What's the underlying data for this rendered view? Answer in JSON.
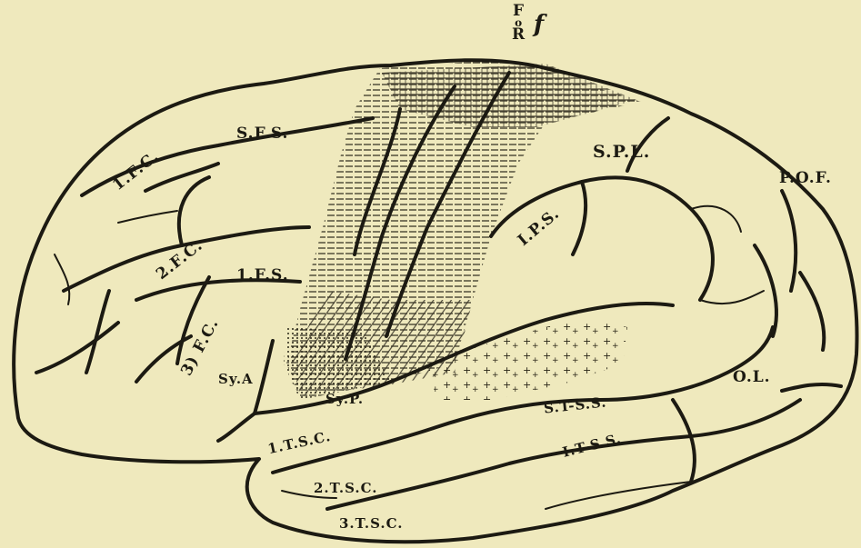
{
  "labels": {
    "f_o_r": [
      "F",
      "o",
      "R"
    ],
    "f_lower": "f",
    "fc1": "1.F.C.",
    "sfs": "S.F.S.",
    "spl": "S.P.L.",
    "pof": "P.O.F.",
    "fc2": "2.F.C.",
    "ips": "I.P.S.",
    "ifs": "1.F.S.",
    "fc3": "3) F.C.",
    "sya": "Sy.A",
    "syp": "Sy.P.",
    "ol": "O.L.",
    "stss": "S.T-S.S.",
    "itss": "I.T-S.S.",
    "tsc1": "1.T.S.C.",
    "tsc2": "2.T.S.C.",
    "tsc3": "3.T.S.C."
  },
  "colors": {
    "paper": "#efe9bd",
    "ink": "#1c1a12",
    "hatch": "#3a3628"
  }
}
